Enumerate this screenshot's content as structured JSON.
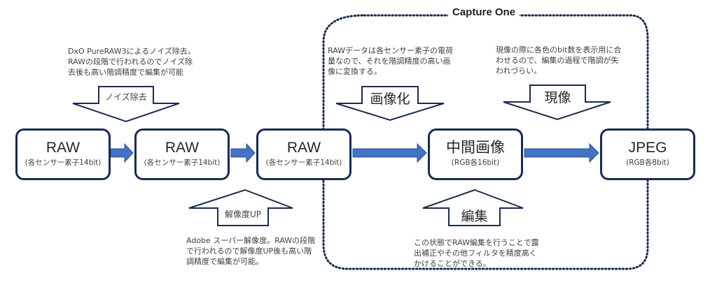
{
  "group": {
    "title": "Capture One"
  },
  "nodes": [
    {
      "title": "RAW",
      "subtitle": "(各センサー素子14bit)"
    },
    {
      "title": "RAW",
      "subtitle": "(各センサー素子14bit)"
    },
    {
      "title": "RAW",
      "subtitle": "(各センサー素子14bit)"
    },
    {
      "title": "中間画像",
      "subtitle": "(RGB各16bit)"
    },
    {
      "title": "JPEG",
      "subtitle": "(RGB各8bit)"
    }
  ],
  "block_arrows": {
    "noise": "ノイズ除去",
    "upscale": "解像度UP",
    "imaging": "画像化",
    "edit": "編集",
    "develop": "現像"
  },
  "notes": {
    "noise": "DxO PureRAW3によるノイズ除去。\nRAWの段階で行われるのでノイズ除\n去後も高い階調精度で編集が可能",
    "imaging": "RAWデータは各センサー素子の電荷\n量なので、それを階調精度の高い画\n像に変換する。",
    "develop": "現像の際に各色のbit数を表示用に合\nわせるので、編集の過程で階調が失\nわれづらい。",
    "upscale": "Adobe スーパー解像度。RAWの段階\nで行われるので解像度UP後も高い階\n調精度で編集が可能。",
    "edit": "この状態でRAW編集を行うことで露\n出補正やその他フィルタを精度高く\nかけることができる。"
  },
  "colors": {
    "box_border": "#1a2b4f",
    "flow_arrow": "#4472c4",
    "dotted_border": "#1a2b4f"
  }
}
